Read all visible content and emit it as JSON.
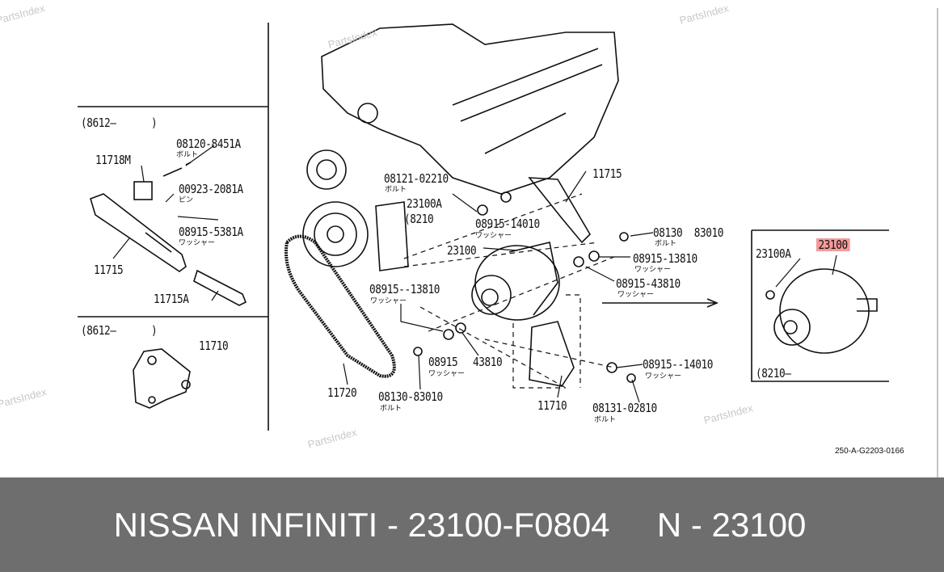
{
  "watermark": "PartsIndex",
  "left_panel_top": {
    "range": "(8612–      )",
    "labels": {
      "bolt_part": "08120-8451A",
      "bolt_name": "ボルト",
      "bracket": "11718M",
      "pin_part": "00923-2081A",
      "pin_name": "ピン",
      "washer_part": "08915-5381A",
      "washer_name": "ワッシャー",
      "adjuster": "11715",
      "adjuster_bolt": "11715A"
    }
  },
  "left_panel_bottom": {
    "range": "(8612–      )",
    "bracket": "11710"
  },
  "main": {
    "bolt1": "08121-02210",
    "bolt1_name": "ボルト",
    "adjuster": "11715",
    "alt_a": "23100A",
    "alt_a_range": "(8210",
    "washer1": "08915-14010",
    "washer1_name": "ワッシャー",
    "bolt2": "08130  83010",
    "bolt2_name": "ボルト",
    "alternator": "23100",
    "washer2": "08915-13810",
    "washer2_name": "ワッシャー",
    "washer3": "08915-43810",
    "washer3_name": "ワッシャー",
    "washer4": "08915--13810",
    "washer4_name": "ワッシャー",
    "washer5": "08915",
    "washer5_name": "ワッシャー",
    "washer5b": "43810",
    "washer6": "08915--14010",
    "washer6_name": "ワッシャー",
    "belt": "11720",
    "bolt3": "08130-83010",
    "bolt3_name": "ボルト",
    "bracket": "11710",
    "bolt4": "08131-02810",
    "bolt4_name": "ボルト"
  },
  "inset": {
    "alt_a": "23100A",
    "alternator": "23100",
    "range": "(8210–",
    "highlight_color": "#f39a9a"
  },
  "drawing_code": "250-A-G2203-0166",
  "footer": {
    "title": "NISSAN INFINITI - 23100-F0804     N - 23100"
  }
}
